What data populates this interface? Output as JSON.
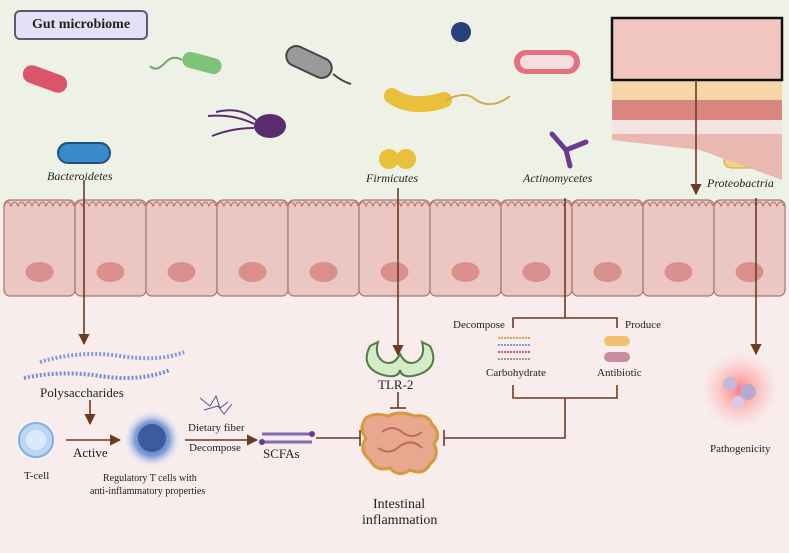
{
  "title": "Gut microbiome",
  "bacteria_labels": {
    "bacteroidetes": "Bacteroidetes",
    "firmicutes": "Firmicutes",
    "actinomycetes": "Actinomycetes",
    "proteobactria": "Proteobactria"
  },
  "molecules": {
    "polysaccharides": "Polysaccharides",
    "tlr2": "TLR-2",
    "dietary_fiber": "Dietary fiber",
    "decompose_fiber": "Decompose",
    "scfas": "SCFAs",
    "decompose_carb": "Decompose",
    "produce": "Produce",
    "carbohydrate": "Carbohydrate",
    "antibiotic": "Antibiotic"
  },
  "cells": {
    "t_cell": "T-cell",
    "active": "Active",
    "treg": "Regulatory T cells with",
    "treg2": "anti-inflammatory properties"
  },
  "outcomes": {
    "intestinal1": "Intestinal",
    "intestinal2": "inflammation",
    "pathogenicity": "Pathogenicity"
  },
  "colors": {
    "upper_bg": "#eef2e6",
    "lower_bg": "#f8ecec",
    "epithelium": "#ecc6c2",
    "nucleus": "#d98f8c",
    "arrow": "#6b3a23"
  }
}
